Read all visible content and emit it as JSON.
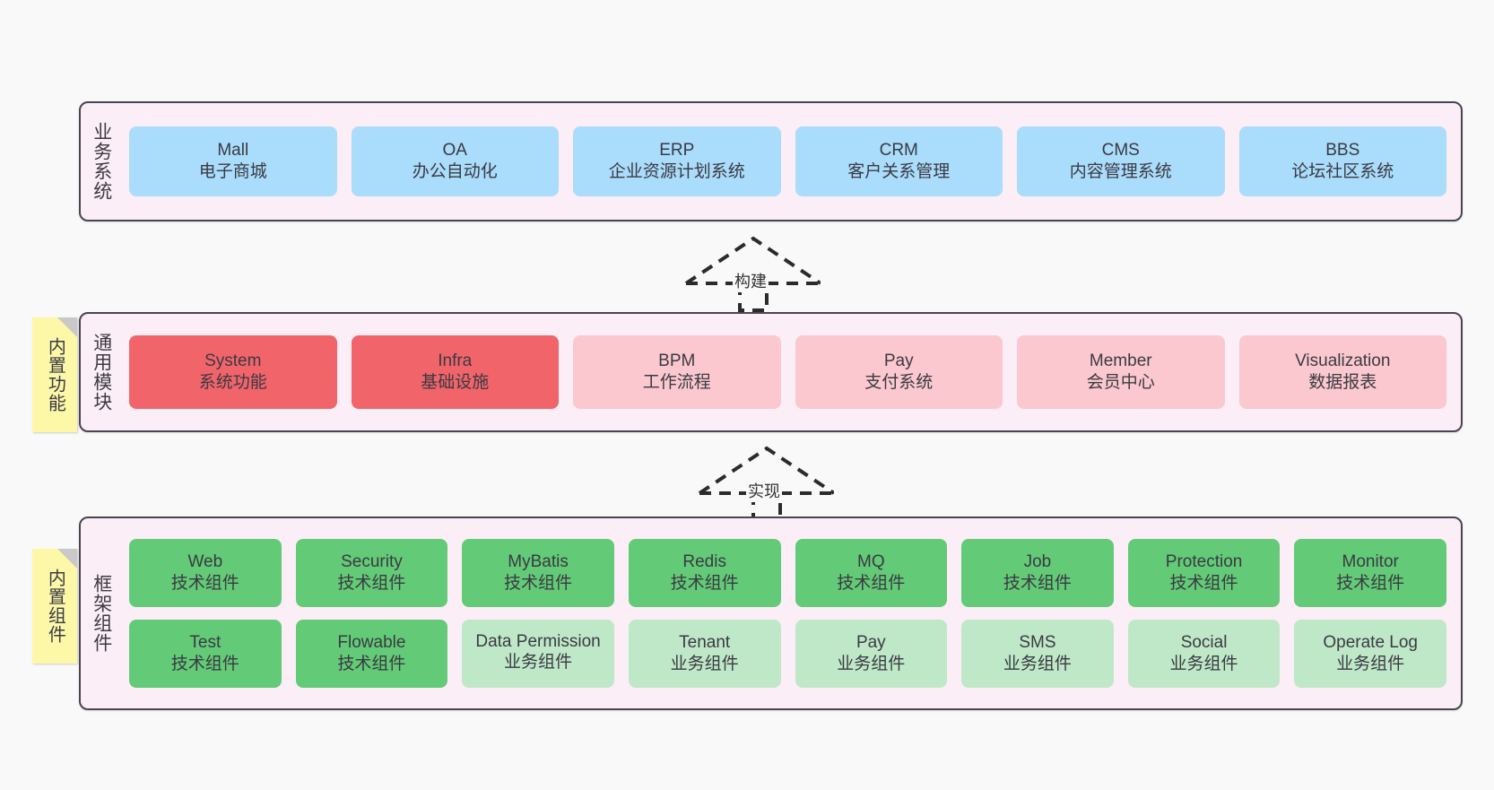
{
  "diagram": {
    "background_color": "#f9f9f9",
    "layer_bg_color": "#fbeef6",
    "layer_border_color": "#4a4452",
    "note_color": "#fcf8a8"
  },
  "notes": [
    {
      "id": "builtin-function",
      "label": "内置功能"
    },
    {
      "id": "builtin-component",
      "label": "内置组件"
    }
  ],
  "connectors": [
    {
      "id": "build",
      "label": "构建",
      "style": "dashed-hollow-arrow-up"
    },
    {
      "id": "implement",
      "label": "实现",
      "style": "dashed-hollow-arrow-up"
    }
  ],
  "layers": [
    {
      "id": "business-system",
      "title": "业务系统",
      "color": "#aadcfb",
      "rows": [
        [
          {
            "title": "Mall",
            "sub": "电子商城"
          },
          {
            "title": "OA",
            "sub": "办公自动化"
          },
          {
            "title": "ERP",
            "sub": "企业资源计划系统"
          },
          {
            "title": "CRM",
            "sub": "客户关系管理"
          },
          {
            "title": "CMS",
            "sub": "内容管理系统"
          },
          {
            "title": "BBS",
            "sub": "论坛社区系统"
          }
        ]
      ]
    },
    {
      "id": "common-module",
      "title": "通用模块",
      "color": "#f1646a",
      "rows": [
        [
          {
            "title": "System",
            "sub": "系统功能",
            "variant": "red"
          },
          {
            "title": "Infra",
            "sub": "基础设施",
            "variant": "red"
          },
          {
            "title": "BPM",
            "sub": "工作流程",
            "variant": "pink"
          },
          {
            "title": "Pay",
            "sub": "支付系统",
            "variant": "pink"
          },
          {
            "title": "Member",
            "sub": "会员中心",
            "variant": "pink"
          },
          {
            "title": "Visualization",
            "sub": "数据报表",
            "variant": "pink"
          }
        ]
      ]
    },
    {
      "id": "framework-component",
      "title": "框架组件",
      "color": "#63ca77",
      "rows": [
        [
          {
            "title": "Web",
            "sub": "技术组件",
            "variant": "green"
          },
          {
            "title": "Security",
            "sub": "技术组件",
            "variant": "green"
          },
          {
            "title": "MyBatis",
            "sub": "技术组件",
            "variant": "green"
          },
          {
            "title": "Redis",
            "sub": "技术组件",
            "variant": "green"
          },
          {
            "title": "MQ",
            "sub": "技术组件",
            "variant": "green"
          },
          {
            "title": "Job",
            "sub": "技术组件",
            "variant": "green"
          },
          {
            "title": "Protection",
            "sub": "技术组件",
            "variant": "green"
          },
          {
            "title": "Monitor",
            "sub": "技术组件",
            "variant": "green"
          }
        ],
        [
          {
            "title": "Test",
            "sub": "技术组件",
            "variant": "green"
          },
          {
            "title": "Flowable",
            "sub": "技术组件",
            "variant": "green"
          },
          {
            "title": "Data Permission",
            "sub": "业务组件",
            "variant": "lightgreen"
          },
          {
            "title": "Tenant",
            "sub": "业务组件",
            "variant": "lightgreen"
          },
          {
            "title": "Pay",
            "sub": "业务组件",
            "variant": "lightgreen"
          },
          {
            "title": "SMS",
            "sub": "业务组件",
            "variant": "lightgreen"
          },
          {
            "title": "Social",
            "sub": "业务组件",
            "variant": "lightgreen"
          },
          {
            "title": "Operate Log",
            "sub": "业务组件",
            "variant": "lightgreen"
          }
        ]
      ]
    }
  ]
}
